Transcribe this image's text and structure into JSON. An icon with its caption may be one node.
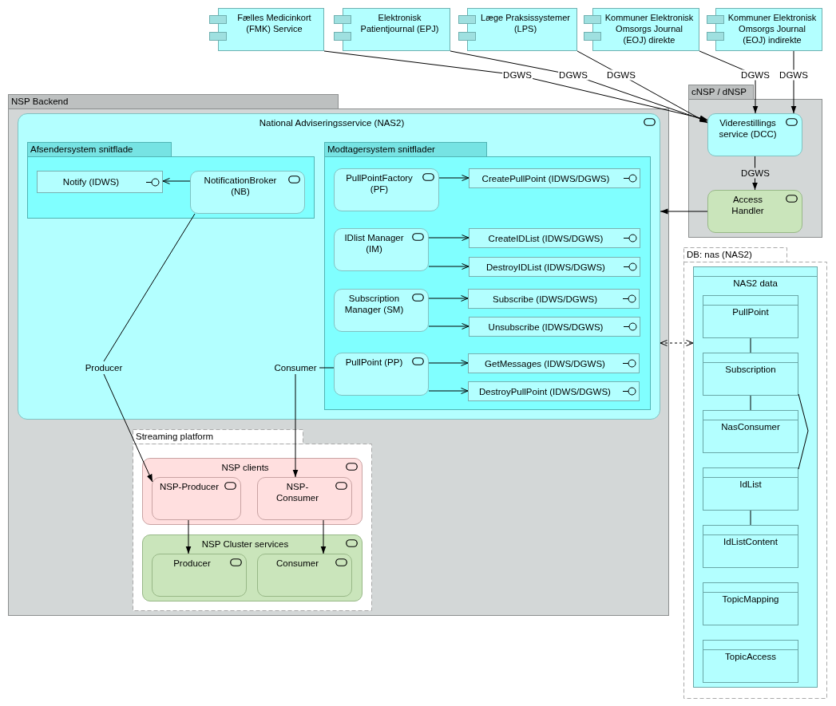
{
  "diagram": {
    "nodes": [
      {
        "text": [
          "Fælles Medicinkort (FMK) Service"
        ]
      },
      {
        "text": [
          "Elektronisk Patientjournal (EPJ)"
        ]
      },
      {
        "text": [
          "Læge Praksissystemer (LPS)"
        ]
      },
      {
        "text": [
          "Kommuner Elektronisk Omsorgs Journal (EOJ) direkte"
        ]
      },
      {
        "text": [
          "Kommuner Elektronisk Omsorgs Journal (EOJ) indirekte"
        ]
      },
      {
        "text": [
          "NSP Backend"
        ]
      },
      {
        "text": [
          "National Adviseringsservice (NAS2)"
        ],
        "in": 5
      },
      {
        "text": [
          "Afsendersystem snitflade"
        ],
        "in": 6
      },
      {
        "text": [
          "Notify (IDWS)"
        ],
        "in": 7
      },
      {
        "text": [
          "NotificationBroker (NB)"
        ],
        "in": 7
      },
      {
        "text": [
          "Modtagersystem snitflader"
        ],
        "in": 6
      },
      {
        "text": [
          "PullPointFactory (PF)"
        ],
        "in": 10
      },
      {
        "text": [
          "CreatePullPoint (IDWS/DGWS)"
        ],
        "in": 10
      },
      {
        "text": [
          "IDlist Manager (IM)"
        ],
        "in": 10
      },
      {
        "text": [
          "CreateIDList (IDWS/DGWS)"
        ],
        "in": 10
      },
      {
        "text": [
          "DestroyIDList (IDWS/DGWS)"
        ],
        "in": 10
      },
      {
        "text": [
          "Subscription Manager (SM)"
        ],
        "in": 10
      },
      {
        "text": [
          "Subscribe (IDWS/DGWS)"
        ],
        "in": 10
      },
      {
        "text": [
          "Unsubscribe (IDWS/DGWS)"
        ],
        "in": 10
      },
      {
        "text": [
          "PullPoint (PP)"
        ],
        "in": 10
      },
      {
        "text": [
          "GetMessages (IDWS/DGWS)"
        ],
        "in": 10
      },
      {
        "text": [
          "DestroyPullPoint (IDWS/DGWS)"
        ],
        "in": 10
      },
      {
        "text": [
          "Producer"
        ],
        "in": 6
      },
      {
        "text": [
          "Consumer"
        ],
        "in": 6
      },
      {
        "text": [
          "Streaming platform"
        ],
        "in": 5
      },
      {
        "text": [
          "NSP clients"
        ],
        "in": 24
      },
      {
        "text": [
          "NSP-Producer"
        ],
        "in": 25
      },
      {
        "text": [
          "NSP-Consumer"
        ],
        "in": 25
      },
      {
        "text": [
          "NSP Cluster services"
        ],
        "in": 24
      },
      {
        "text": [
          "Producer"
        ],
        "in": 28
      },
      {
        "text": [
          "Consumer"
        ],
        "in": 28
      },
      {
        "text": [
          "cNSP / dNSP"
        ]
      },
      {
        "text": [
          "Viderestillings service (DCC)"
        ],
        "in": 31
      },
      {
        "text": [
          "Access Handler"
        ],
        "in": 31
      },
      {
        "text": [
          "DB: nas (NAS2)"
        ]
      },
      {
        "text": [
          "NAS2 data"
        ],
        "in": 34
      },
      {
        "text": [
          "PullPoint"
        ],
        "in": 35
      },
      {
        "text": [
          "Subscription"
        ],
        "in": 35
      },
      {
        "text": [
          "NasConsumer"
        ],
        "in": 35
      },
      {
        "text": [
          "IdList"
        ],
        "in": 35
      },
      {
        "text": [
          "IdListContent"
        ],
        "in": 35
      },
      {
        "text": [
          "TopicMapping"
        ],
        "in": 35
      },
      {
        "text": [
          "TopicAccess"
        ],
        "in": 35
      }
    ],
    "edges": [
      {
        "from": 0,
        "to": 32,
        "arrow": "to",
        "label": "DGWS"
      },
      {
        "from": 1,
        "to": 32,
        "arrow": "to",
        "label": "DGWS"
      },
      {
        "from": 2,
        "to": 32,
        "arrow": "to",
        "label": "DGWS"
      },
      {
        "from": 3,
        "to": 32,
        "arrow": "to",
        "label": "DGWS"
      },
      {
        "from": 4,
        "to": 32,
        "arrow": "to",
        "label": "DGWS"
      },
      {
        "from": 32,
        "to": 33,
        "arrow": "to",
        "label": "DGWS"
      },
      {
        "from": 33,
        "to": 6,
        "arrow": "to"
      },
      {
        "from": 9,
        "to": 8,
        "arrow": "to"
      },
      {
        "from": 9,
        "to": 22,
        "arrow": "none"
      },
      {
        "from": 22,
        "to": 26,
        "arrow": "to"
      },
      {
        "from": 23,
        "to": 19,
        "arrow": "none"
      },
      {
        "from": 23,
        "to": 27,
        "arrow": "to"
      },
      {
        "from": 11,
        "to": 12,
        "arrow": "to"
      },
      {
        "from": 13,
        "to": 14,
        "arrow": "to"
      },
      {
        "from": 13,
        "to": 15,
        "arrow": "to"
      },
      {
        "from": 16,
        "to": 17,
        "arrow": "to"
      },
      {
        "from": 16,
        "to": 18,
        "arrow": "to"
      },
      {
        "from": 19,
        "to": 20,
        "arrow": "to"
      },
      {
        "from": 19,
        "to": 21,
        "arrow": "to"
      },
      {
        "from": 26,
        "to": 29,
        "arrow": "to"
      },
      {
        "from": 27,
        "to": 30,
        "arrow": "to"
      },
      {
        "from": 6,
        "to": 35,
        "arrow": "both",
        "style": "dashed"
      },
      {
        "from": 36,
        "to": 37,
        "arrow": "none"
      },
      {
        "from": 37,
        "to": 38,
        "arrow": "none"
      },
      {
        "from": 37,
        "to": 39,
        "arrow": "none"
      },
      {
        "from": 39,
        "to": 40,
        "arrow": "none"
      }
    ]
  }
}
